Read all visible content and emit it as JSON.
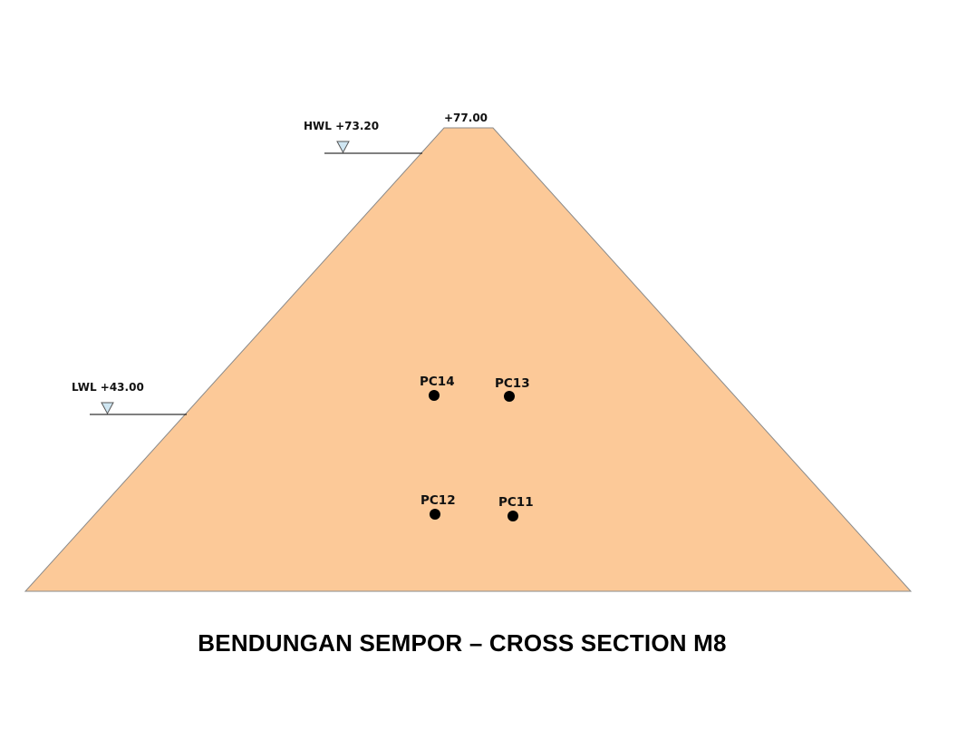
{
  "title": "BENDUNGAN SEMPOR – CROSS SECTION M8",
  "crest_label": "+77.00",
  "water_levels": [
    {
      "id": "hwl",
      "label": "HWL +73.20"
    },
    {
      "id": "lwl",
      "label": "LWL +43.00"
    }
  ],
  "points": [
    {
      "id": "pc14",
      "label": "PC14"
    },
    {
      "id": "pc13",
      "label": "PC13"
    },
    {
      "id": "pc12",
      "label": "PC12"
    },
    {
      "id": "pc11",
      "label": "PC11"
    }
  ],
  "colors": {
    "dam_fill": "#FCC998",
    "dam_outline": "#8a8a8a",
    "water_marker": "#cfe6f2",
    "point": "#000000"
  }
}
